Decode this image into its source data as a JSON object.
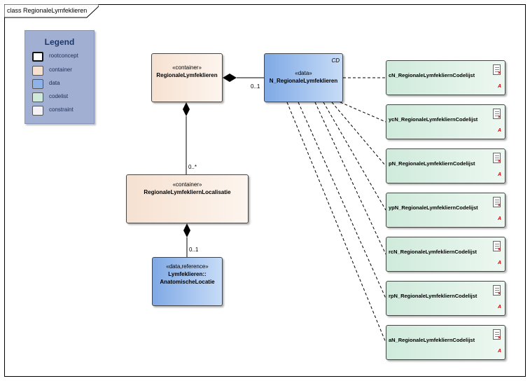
{
  "diagram": {
    "frame_title": "class RegionaleLymfeklieren"
  },
  "legend": {
    "title": "Legend",
    "items": [
      {
        "label": "rootconcept",
        "color": "#ffffff"
      },
      {
        "label": "container",
        "color": "#f6e1d1"
      },
      {
        "label": "data",
        "color": "#8fb3e8"
      },
      {
        "label": "codelist",
        "color": "#cfeadb"
      },
      {
        "label": "constraint",
        "color": "#f3f3f7"
      }
    ]
  },
  "classes": {
    "regionale": {
      "stereotype": "«container»",
      "name": "RegionaleLymfeklieren"
    },
    "n_regionale": {
      "stereotype": "«data»",
      "name": "N_RegionaleLymfeklieren",
      "tag": "CD"
    },
    "localisatie": {
      "stereotype": "«container»",
      "name": "RegionaleLymfekliernLocalisatie"
    },
    "anatomische": {
      "stereotype": "«data,reference»",
      "name_line1": "Lymfeklieren::",
      "name_line2": "AnatomischeLocatie"
    }
  },
  "codelists": [
    {
      "name": "cN_RegionaleLymfekliernCodelijst",
      "mark": "A"
    },
    {
      "name": "ycN_RegionaleLymfekliernCodelijst",
      "mark": "A"
    },
    {
      "name": "pN_RegionaleLymfekliernCodelijst",
      "mark": "A"
    },
    {
      "name": "ypN_RegionaleLymfekliernCodelijst",
      "mark": "A"
    },
    {
      "name": "rcN_RegionaleLymfekliernCodelijst",
      "mark": "A"
    },
    {
      "name": "rpN_RegionaleLymfekliernCodelijst",
      "mark": "A"
    },
    {
      "name": "aN_RegionaleLymfekliernCodelijst",
      "mark": "A"
    }
  ],
  "multiplicities": {
    "n_regionale": "0..1",
    "localisatie": "0..*",
    "anatomische": "0..1"
  }
}
